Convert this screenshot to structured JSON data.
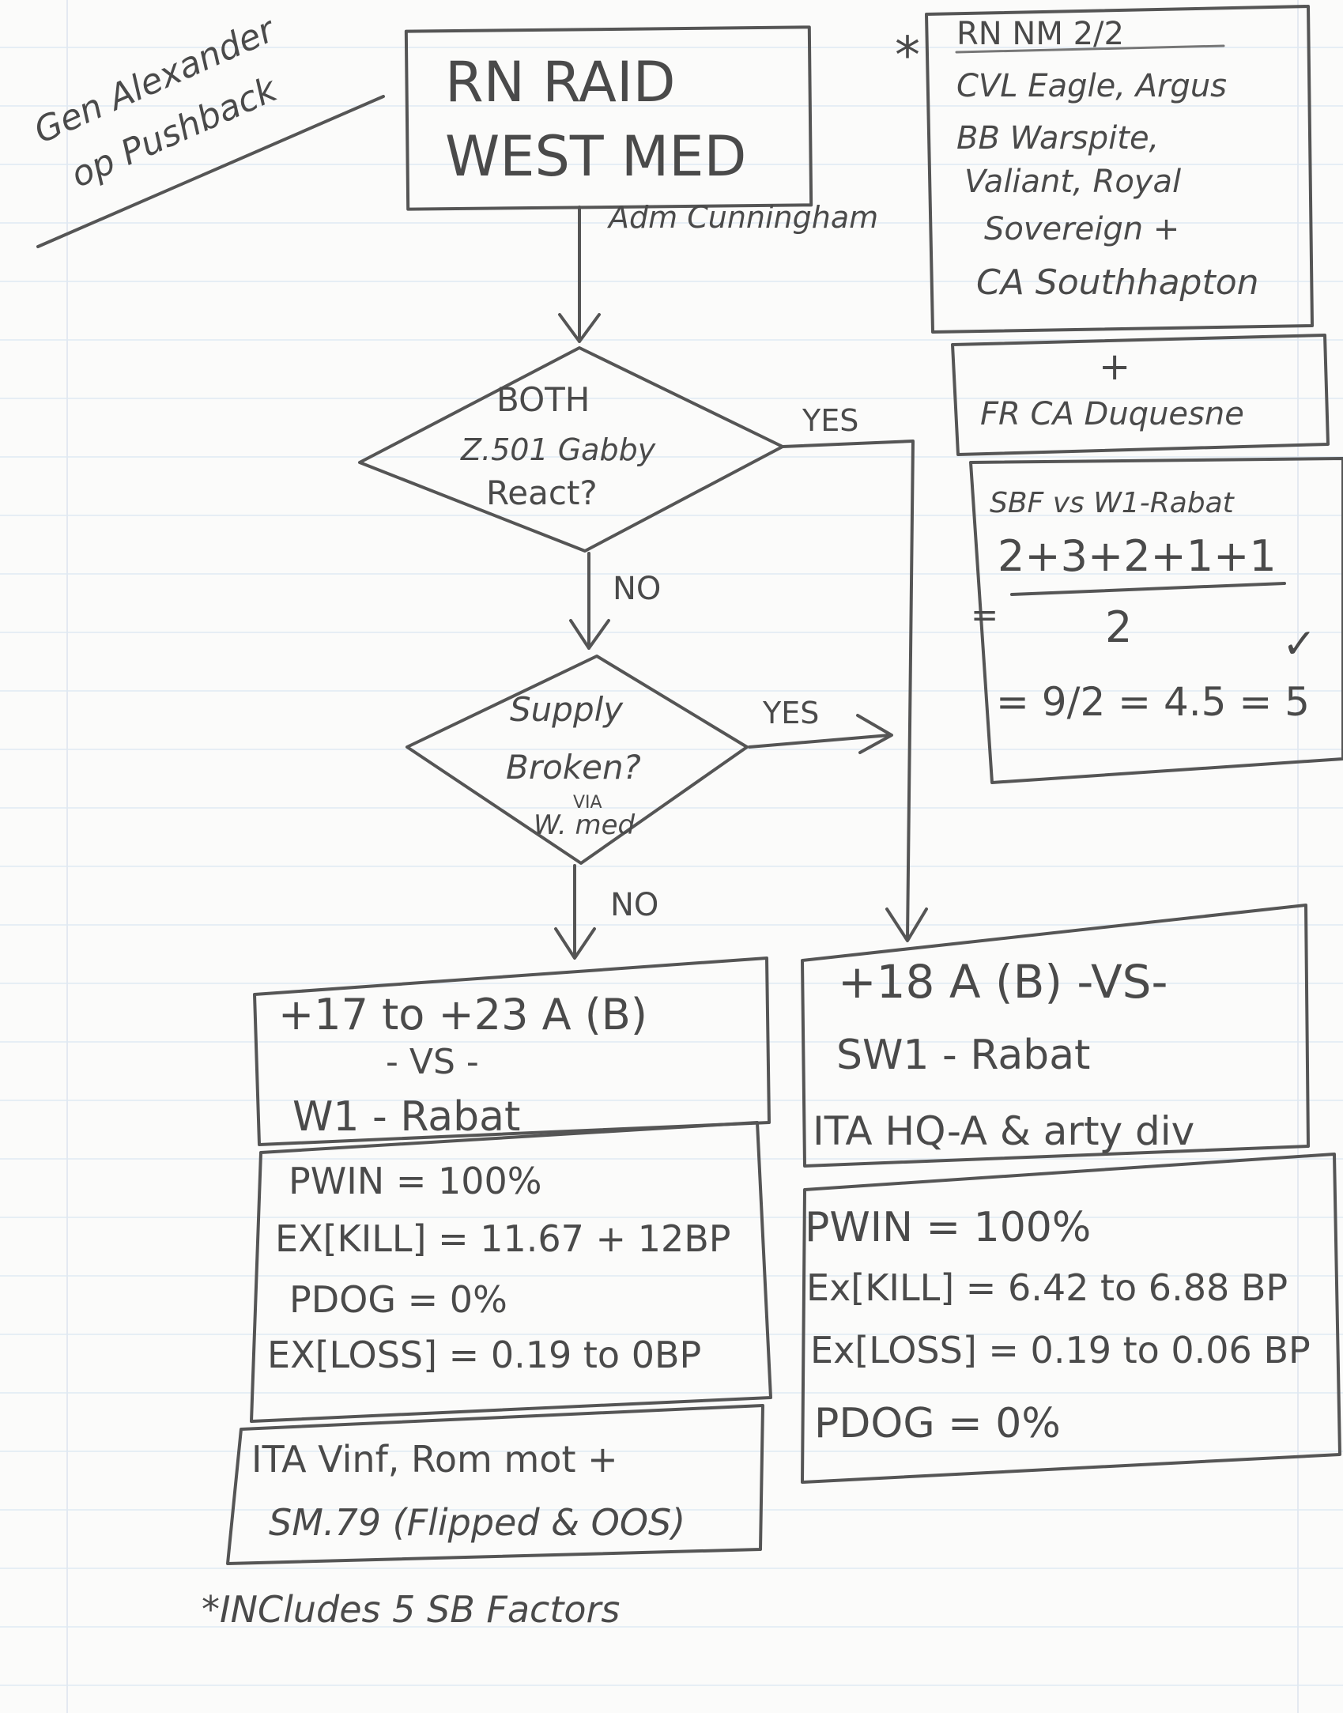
{
  "page": {
    "paper_color": "#fbfbfa",
    "pencil_color": "#4a4a4a",
    "rule_color": "#c9dcef"
  },
  "title_note": {
    "line1": "Gen Alexander",
    "line2": "op Pushback"
  },
  "start_box": {
    "line1": "RN RAID",
    "line2": "WEST MED"
  },
  "commander_label": "Adm Cunningham",
  "fleet_box": {
    "asterisk": "*",
    "header": "RN NM 2/2",
    "lines": [
      "CVL Eagle, Argus",
      "BB Warspite,",
      "Valiant, Royal",
      "Sovereign +",
      "CA Southhapton"
    ]
  },
  "french_box": {
    "plus": "+",
    "text": "FR CA Duquesne"
  },
  "sb_calc": {
    "title": "SBF vs W1-Rabat",
    "numerator": "2+3+2+1+1",
    "equals": "=",
    "denominator": "2",
    "result": "= 9/2 = 4.5 = 5",
    "check": "✓"
  },
  "decision1": {
    "line1": "BOTH",
    "line2": "Z.501 Gabby",
    "line3": "React?",
    "yes_label": "YES",
    "no_label": "NO"
  },
  "decision2": {
    "line1": "Supply",
    "line2": "Broken?",
    "line3": "VIA",
    "line4": "W. med",
    "yes_label": "YES",
    "no_label": "NO"
  },
  "left_outcome": {
    "header_lines": [
      "+17 to +23 A (B)",
      "- VS -",
      "W1 - Rabat"
    ],
    "stats": [
      "PWIN = 100%",
      "EX[KILL] = 11.67 + 12BP",
      "PDOG = 0%",
      "EX[LOSS] = 0.19 to 0BP"
    ],
    "units_lines": [
      "ITA Vinf, Rom mot +",
      "SM.79 (Flipped & OOS)"
    ]
  },
  "right_outcome": {
    "header_lines": [
      "+18 A (B) -VS-",
      "SW1 - Rabat",
      "ITA HQ-A & arty div"
    ],
    "stats": [
      "PWIN = 100%",
      "Ex[KILL] = 6.42 to 6.88 BP",
      "Ex[LOSS] = 0.19 to 0.06 BP",
      "PDOG = 0%"
    ]
  },
  "footnote": "*INCludes 5 SB Factors"
}
